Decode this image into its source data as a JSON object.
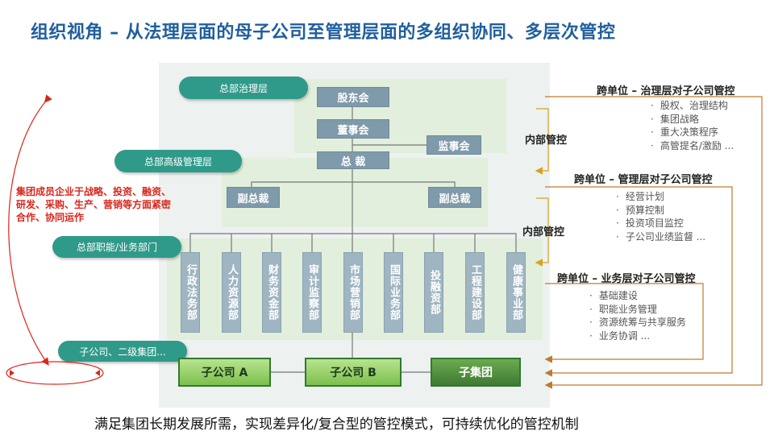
{
  "title": "组织视角 – 从法理层面的母子公司至管理层面的多组织协同、多层次管控",
  "layers": {
    "governance": "总部治理层",
    "senior": "总部高级管理层",
    "functional": "总部职能/业务部门",
    "subsidiaries": "子公司、二级集团..."
  },
  "org": {
    "shareholders": "股东会",
    "board": "董事会",
    "supervisors": "监事会",
    "president": "总  裁",
    "vp_left": "副总裁",
    "vp_right": "副总裁"
  },
  "departments": [
    "行政法务部",
    "人力资源部",
    "财务资金部",
    "审计监察部",
    "市场营销部",
    "国际业务部",
    "投融资部",
    "工程建设部",
    "健康事业部"
  ],
  "subsidiaries": {
    "a": "子公司 A",
    "b": "子公司 B",
    "group": "子集团"
  },
  "left_note": "集团成员企业于战略、投资、融资、研发、采购、生产、营销等方面紧密合作、协同运作",
  "right": {
    "governance": {
      "heading": "跨单位 – 治理层对子公司管控",
      "items": [
        "股权、治理结构",
        "集团战略",
        "重大决策程序",
        "高管提名/激励 ..."
      ]
    },
    "management": {
      "heading": "跨单位 – 管理层对子公司管控",
      "items": [
        "经营计划",
        "预算控制",
        "投资项目监控",
        "子公司业绩监督 ..."
      ]
    },
    "business": {
      "heading": "跨单位 – 业务层对子公司管控",
      "items": [
        "基础建设",
        "职能业务管理",
        "资源统筹与共享服务",
        "业务协调 ..."
      ]
    },
    "internal_1": "内部管控",
    "internal_2": "内部管控"
  },
  "caption": "满足集团长期发展所需，实现差异化/复合型的管控模式，可持续优化的管控机制",
  "colors": {
    "title": "#1f5f9e",
    "pill": "#2f9a89",
    "box": "#7f9aaa",
    "arrow": "#c07a2f",
    "red": "#d9261c"
  }
}
